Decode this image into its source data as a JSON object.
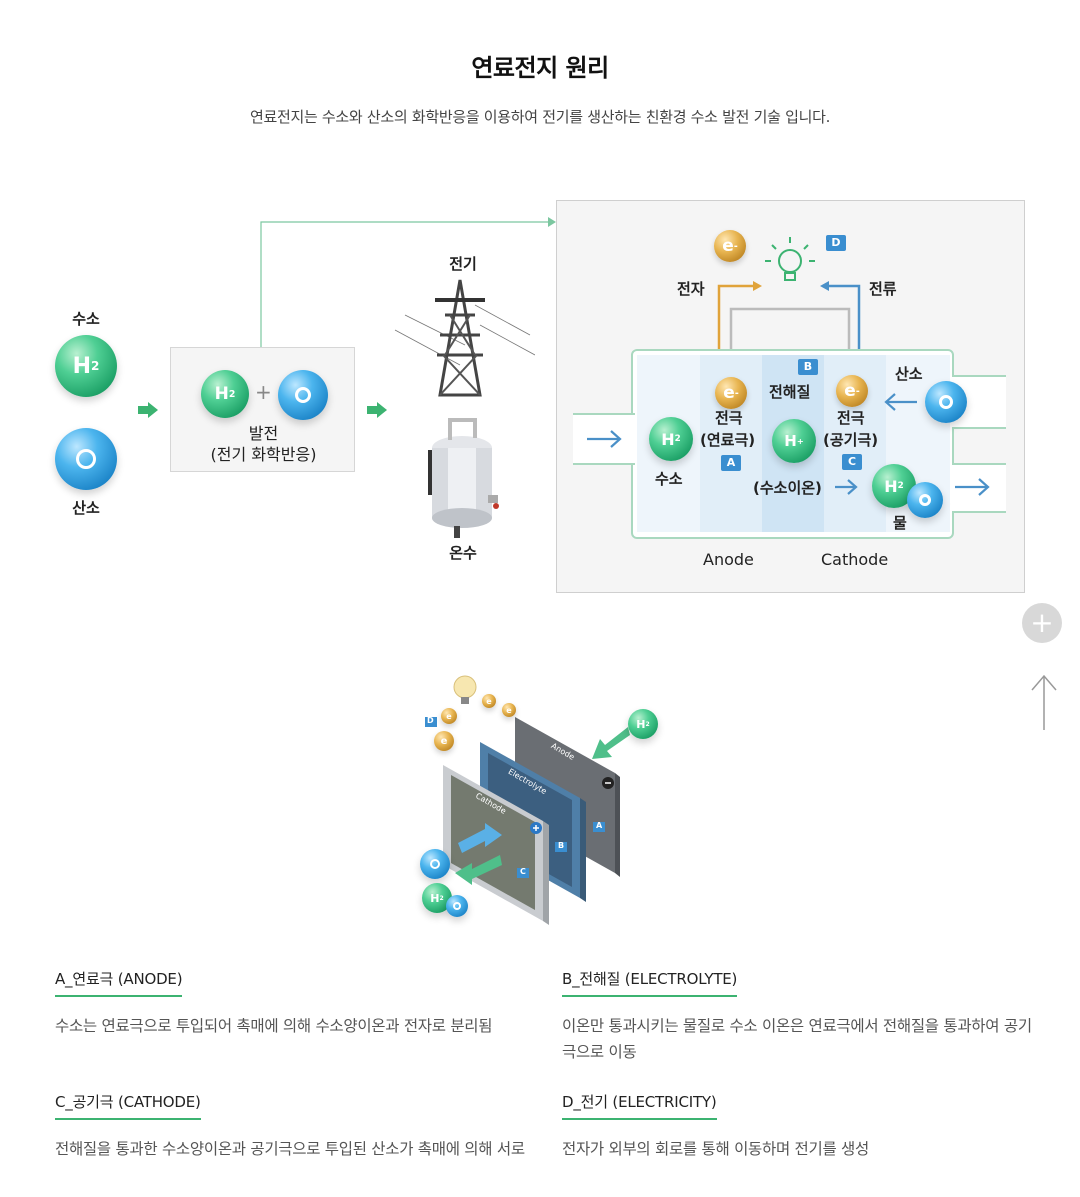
{
  "header": {
    "title": "연료전지 원리",
    "subtitle": "연료전지는 수소와 산소의 화학반응을 이용하여 전기를 생산하는 친환경 수소 발전 기술 입니다."
  },
  "diagram": {
    "inputs": {
      "hydrogen_label": "수소",
      "oxygen_label": "산소"
    },
    "generation": {
      "label": "발전",
      "sublabel": "(전기 화학반응)"
    },
    "outputs": {
      "electricity_label": "전기",
      "hot_water_label": "온수"
    },
    "cell": {
      "electron_label": "전자",
      "current_label": "전류",
      "electrolyte_label": "전해질",
      "anode_electrode_label": "전극",
      "anode_electrode_sub": "(연료극)",
      "cathode_electrode_label": "전극",
      "cathode_electrode_sub": "(공기극)",
      "oxygen_label": "산소",
      "hydrogen_label": "수소",
      "hydrogen_ion_label": "(수소이온)",
      "water_label": "물",
      "anode_label": "Anode",
      "cathode_label": "Cathode",
      "badges": {
        "a": "A",
        "b": "B",
        "c": "C",
        "d": "D"
      }
    },
    "symbols": {
      "h": "H",
      "two": "2",
      "e": "e",
      "minus": "-",
      "plus": "+",
      "plus_op": "+"
    }
  },
  "stack": {
    "anode_plate": "Anode",
    "electrolyte_plate": "Electrolyte",
    "cathode_plate": "Cathode",
    "badges": {
      "a": "A",
      "b": "B",
      "c": "C",
      "d": "D"
    }
  },
  "descriptions": [
    {
      "title": "A_연료극 (ANODE)",
      "text": "수소는 연료극으로 투입되어 촉매에 의해 수소양이온과 전자로 분리됨"
    },
    {
      "title": "B_전해질 (ELECTROLYTE)",
      "text": "이온만 통과시키는 물질로 수소 이온은 연료극에서 전해질을 통과하여 공기극으로 이동"
    },
    {
      "title": "C_공기극 (CATHODE)",
      "text": "전해질을 통과한 수소양이온과 공기극으로 투입된 산소가 촉매에 의해 서로 결합해 물이 생성"
    },
    {
      "title": "D_전기 (ELECTRICITY)",
      "text": "전자가 외부의 회로를 통해 이동하며 전기를 생성"
    }
  ],
  "side_controls": {
    "expand_symbol": "+"
  },
  "colors": {
    "accent_green": "#3cb371",
    "badge_blue": "#3a8ed0",
    "flow_blue": "#4a90c8",
    "electron_gold": "#e0a33a"
  }
}
